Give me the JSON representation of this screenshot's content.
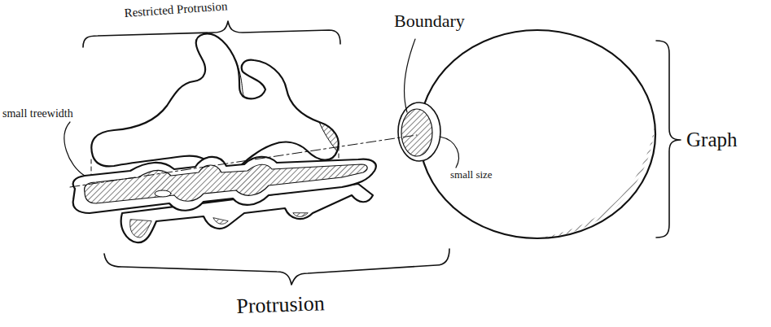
{
  "diagram": {
    "labels": [
      "Restricted Protrusion",
      "Boundary",
      "small treewidth",
      "small size",
      "Graph",
      "Protrusion"
    ]
  }
}
